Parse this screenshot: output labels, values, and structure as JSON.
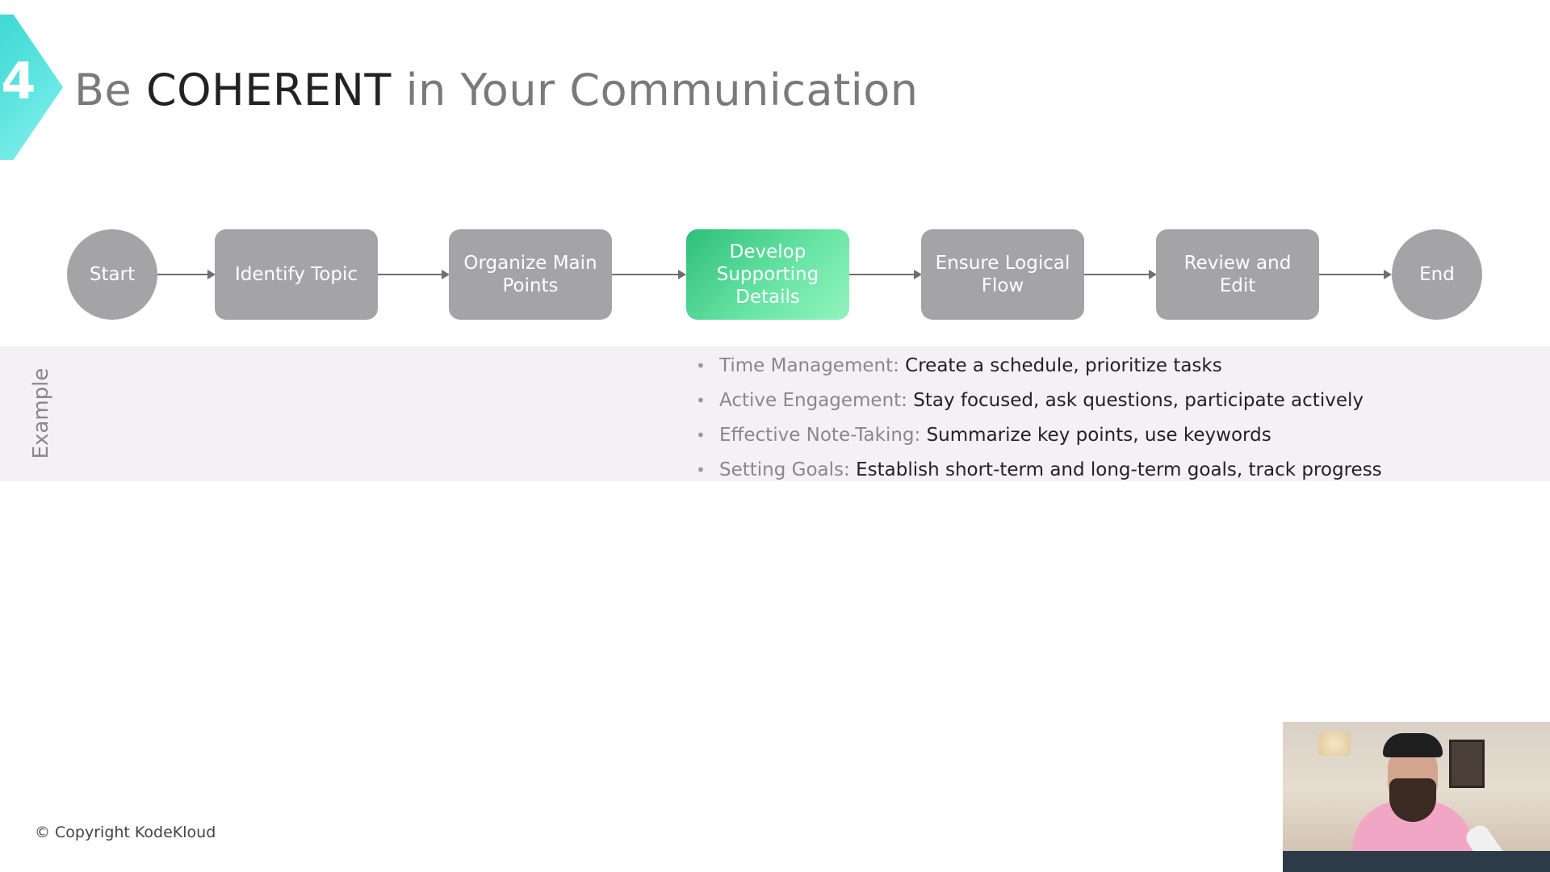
{
  "slide": {
    "number": "4",
    "title_prefix": "Be",
    "title_emphasis": "COHERENT",
    "title_suffix": "in Your Communication"
  },
  "flow": {
    "steps": [
      {
        "label": "Start",
        "shape": "circle",
        "active": false
      },
      {
        "label": "Identify Topic",
        "shape": "rounded-rect",
        "active": false
      },
      {
        "label": "Organize Main Points",
        "shape": "rounded-rect",
        "active": false
      },
      {
        "label": "Develop Supporting Details",
        "shape": "rounded-rect",
        "active": true
      },
      {
        "label": "Ensure Logical Flow",
        "shape": "rounded-rect",
        "active": false
      },
      {
        "label": "Review and Edit",
        "shape": "rounded-rect",
        "active": false
      },
      {
        "label": "End",
        "shape": "circle",
        "active": false
      }
    ],
    "colors": {
      "node": "#a4a3a6",
      "active_start": "#2fbf7a",
      "active_end": "#93f3bc",
      "arrow": "#6f6f6f"
    }
  },
  "example": {
    "label": "Example",
    "items": [
      {
        "key": "Time Management:",
        "text": "Create a schedule, prioritize tasks"
      },
      {
        "key": "Active Engagement:",
        "text": "Stay focused, ask questions, participate actively"
      },
      {
        "key": "Effective Note-Taking:",
        "text": "Summarize key points, use keywords"
      },
      {
        "key": "Setting Goals:",
        "text": "Establish short-term and long-term goals, track progress"
      }
    ]
  },
  "footer": {
    "copyright": "© Copyright KodeKloud"
  },
  "webcam": {
    "icon": "presenter-video"
  }
}
